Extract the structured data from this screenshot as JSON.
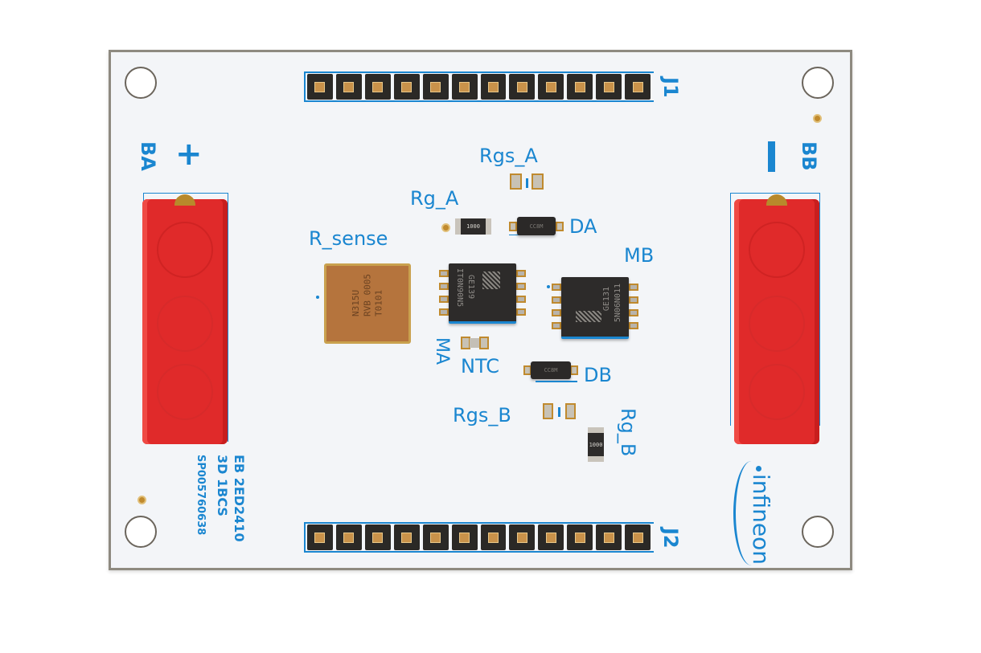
{
  "board": {
    "name": "EB 2ED2410 3D 1BCS",
    "part_number": "SP005760638",
    "silkscreen_color": "#1a86d0",
    "pcb_color": "#f3f5f8",
    "connector_color": "#e02a2a"
  },
  "connectors": {
    "j1": {
      "label": "J1",
      "pins": 12
    },
    "j2": {
      "label": "J2",
      "pins": 12
    },
    "ba": {
      "label": "BA",
      "polarity": "+"
    },
    "bb": {
      "label": "BB",
      "polarity": "−"
    }
  },
  "components": {
    "r_sense": {
      "label": "R_sense",
      "marking_1": "N315U",
      "marking_2": "RVB 0005",
      "marking_3": "T0101"
    },
    "rg_a": {
      "label": "Rg_A",
      "marking": "1000"
    },
    "rgs_a": {
      "label": "Rgs_A"
    },
    "da": {
      "label": "DA",
      "marking": "CC8M"
    },
    "ma": {
      "label": "MA",
      "marking_1": "IT0N90N5",
      "marking_2": "GE139"
    },
    "mb": {
      "label": "MB",
      "marking_1": "5N06N011",
      "marking_2": "GE131"
    },
    "ntc": {
      "label": "NTC"
    },
    "db": {
      "label": "DB",
      "marking": "CC8M"
    },
    "rgs_b": {
      "label": "Rgs_B"
    },
    "rg_b": {
      "label": "Rg_B",
      "marking": "1000"
    }
  },
  "silkscreen": {
    "line1": "EB 2ED2410",
    "line2": "3D 1BCS",
    "line3": "SP005760638",
    "logo": "infineon"
  }
}
